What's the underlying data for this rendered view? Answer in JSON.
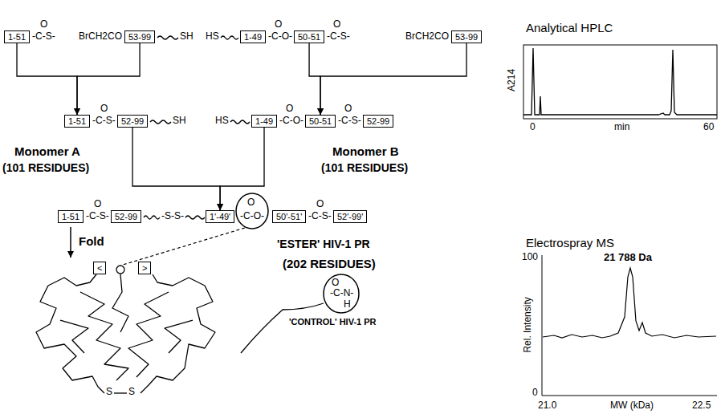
{
  "diagram": {
    "nodes": [
      {
        "text": [
          "1-51"
        ]
      },
      {
        "text": [
          "53-99"
        ]
      },
      {
        "text": [
          "1-49"
        ]
      },
      {
        "text": [
          "50-51"
        ]
      },
      {
        "text": [
          "53-99"
        ]
      },
      {
        "text": [
          "1-51"
        ]
      },
      {
        "text": [
          "52-99"
        ]
      },
      {
        "text": [
          "1-49"
        ]
      },
      {
        "text": [
          "50-51"
        ]
      },
      {
        "text": [
          "52-99"
        ]
      },
      {
        "text": [
          "1-51"
        ]
      },
      {
        "text": [
          "52-99"
        ]
      },
      {
        "text": [
          "1'-49'"
        ]
      },
      {
        "text": [
          "50'-51'"
        ]
      },
      {
        "text": [
          "52'-99'"
        ]
      },
      {
        "text": [
          "<"
        ]
      },
      {
        "text": [
          ">"
        ]
      }
    ],
    "edges": [
      {
        "from": 0,
        "to": 5,
        "arrow": "to"
      },
      {
        "from": 1,
        "to": 5,
        "arrow": "to"
      },
      {
        "from": 3,
        "to": 8,
        "arrow": "to"
      },
      {
        "from": 4,
        "to": 8,
        "arrow": "to"
      },
      {
        "from": 6,
        "to": 12,
        "arrow": "to"
      },
      {
        "from": 7,
        "to": 12,
        "arrow": "to"
      }
    ],
    "labels": [
      "O",
      "-C-S-",
      "BrCH2CO",
      "SH",
      "HS",
      "O",
      "-C-O-",
      "O",
      "-C-S-",
      "BrCH2CO",
      "O",
      "-C-S-",
      "SH",
      "HS",
      "O",
      "-C-O-",
      "O",
      "-C-S-",
      "Monomer A",
      "(101 RESIDUES)",
      "Monomer B",
      "(101 RESIDUES)",
      "O",
      "-C-S-",
      "-S-S-",
      "O",
      "-C-O-",
      "O",
      "-C-S-",
      "Fold",
      "'ESTER' HIV-1 PR",
      "(202 RESIDUES)",
      "S",
      "S",
      "O",
      "-C-N-",
      "H",
      "'CONTROL' HIV-1 PR",
      "Analytical HPLC",
      "A214",
      "0",
      "min",
      "60",
      "Electrospray MS",
      "100",
      "0",
      "Rel. Intensity",
      "21 788 Da",
      "21.0",
      "MW (kDa)",
      "22.5"
    ]
  }
}
